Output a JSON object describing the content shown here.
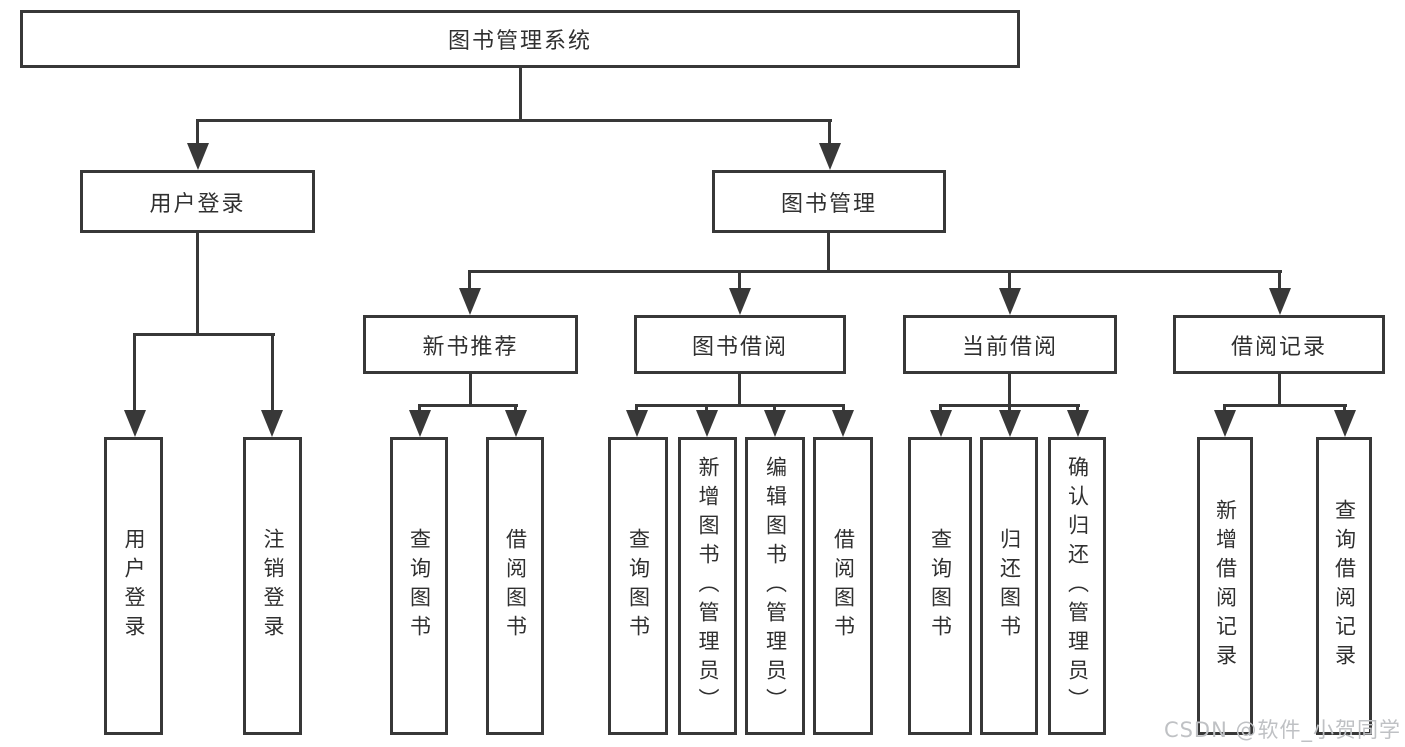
{
  "diagram": {
    "root": {
      "label": "图书管理系统"
    },
    "branches": [
      {
        "label": "用户登录",
        "children": [
          {
            "label": "用户登录"
          },
          {
            "label": "注销登录"
          }
        ]
      },
      {
        "label": "图书管理",
        "children": [
          {
            "label": "新书推荐",
            "children": [
              {
                "label": "查询图书"
              },
              {
                "label": "借阅图书"
              }
            ]
          },
          {
            "label": "图书借阅",
            "children": [
              {
                "label": "查询图书"
              },
              {
                "label": "新增图书（管理员）"
              },
              {
                "label": "编辑图书（管理员）"
              },
              {
                "label": "借阅图书"
              }
            ]
          },
          {
            "label": "当前借阅",
            "children": [
              {
                "label": "查询图书"
              },
              {
                "label": "归还图书"
              },
              {
                "label": "确认归还（管理员）"
              }
            ]
          },
          {
            "label": "借阅记录",
            "children": [
              {
                "label": "新增借阅记录"
              },
              {
                "label": "查询借阅记录"
              }
            ]
          }
        ]
      }
    ]
  },
  "watermark": {
    "text": "CSDN @软件_小贺同学"
  },
  "colors": {
    "line": "#383838",
    "text": "#303030",
    "background": "#ffffff",
    "watermark": "#bfc1c4"
  }
}
